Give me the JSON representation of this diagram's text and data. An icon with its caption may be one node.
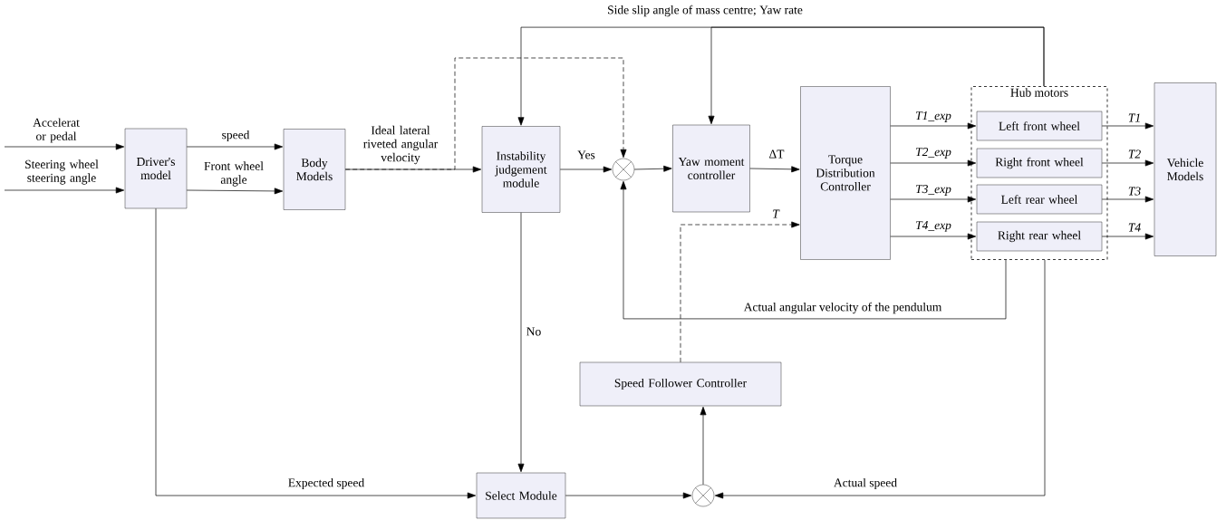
{
  "diagram": {
    "nodes": [
      {
        "text": [
          "Driver's model"
        ]
      },
      {
        "text": [
          "Body Models"
        ]
      },
      {
        "text": [
          "Instability judgement module"
        ]
      },
      {
        "text": [],
        "shape": "circle"
      },
      {
        "text": [
          "Yaw moment controller"
        ]
      },
      {
        "text": [
          "Torque Distribution Controller"
        ]
      },
      {
        "text": [
          "Hub motors"
        ]
      },
      {
        "text": [
          "Left front wheel"
        ],
        "in": 6
      },
      {
        "text": [
          "Right front wheel"
        ],
        "in": 6
      },
      {
        "text": [
          "Left rear wheel"
        ],
        "in": 6
      },
      {
        "text": [
          "Right rear wheel"
        ],
        "in": 6
      },
      {
        "text": [
          "Vehicle Models"
        ]
      },
      {
        "text": [
          "Speed Follower Controller"
        ]
      },
      {
        "text": [
          "Select Module"
        ]
      },
      {
        "text": [],
        "shape": "circle"
      }
    ],
    "edges": [
      {
        "from": null,
        "to": 0,
        "arrow": "to",
        "label": "Accelerat or pedal"
      },
      {
        "from": null,
        "to": 0,
        "arrow": "to",
        "label": "Steering wheel steering angle"
      },
      {
        "from": 0,
        "to": 1,
        "arrow": "to",
        "label": "speed"
      },
      {
        "from": 0,
        "to": 1,
        "arrow": "to",
        "label": "Front wheel angle"
      },
      {
        "from": 1,
        "to": 2,
        "arrow": "to",
        "label": "Ideal lateral riveted angular velocity"
      },
      {
        "from": 1,
        "to": 3,
        "arrow": "to",
        "style": "dashed"
      },
      {
        "from": 2,
        "to": 3,
        "arrow": "to",
        "label": "Yes"
      },
      {
        "from": 3,
        "to": 4,
        "arrow": "to"
      },
      {
        "from": 4,
        "to": 5,
        "arrow": "to",
        "label": "ΔT"
      },
      {
        "from": 12,
        "to": 5,
        "arrow": "to",
        "label": "T",
        "style": "dashed"
      },
      {
        "from": 5,
        "to": 7,
        "arrow": "to",
        "label": "T1_exp"
      },
      {
        "from": 5,
        "to": 8,
        "arrow": "to",
        "label": "T2_exp"
      },
      {
        "from": 5,
        "to": 9,
        "arrow": "to",
        "label": "T3_exp"
      },
      {
        "from": 5,
        "to": 10,
        "arrow": "to",
        "label": "T4_exp"
      },
      {
        "from": 7,
        "to": 11,
        "arrow": "to",
        "label": "T1"
      },
      {
        "from": 8,
        "to": 11,
        "arrow": "to",
        "label": "T2"
      },
      {
        "from": 9,
        "to": 11,
        "arrow": "to",
        "label": "T3"
      },
      {
        "from": 10,
        "to": 11,
        "arrow": "to",
        "label": "T4"
      },
      {
        "from": 6,
        "to": 2,
        "arrow": "to",
        "label": "Side slip angle of mass centre; Yaw rate"
      },
      {
        "from": 6,
        "to": 4,
        "arrow": "to"
      },
      {
        "from": 6,
        "to": 3,
        "arrow": "to",
        "label": "Actual angular velocity of the pendulum"
      },
      {
        "from": 2,
        "to": 13,
        "arrow": "to",
        "label": "No"
      },
      {
        "from": 0,
        "to": 13,
        "arrow": "to",
        "label": "Expected speed"
      },
      {
        "from": 13,
        "to": 14,
        "arrow": "to"
      },
      {
        "from": 6,
        "to": 14,
        "arrow": "to",
        "label": "Actual speed"
      },
      {
        "from": 14,
        "to": 12,
        "arrow": "to"
      }
    ]
  }
}
